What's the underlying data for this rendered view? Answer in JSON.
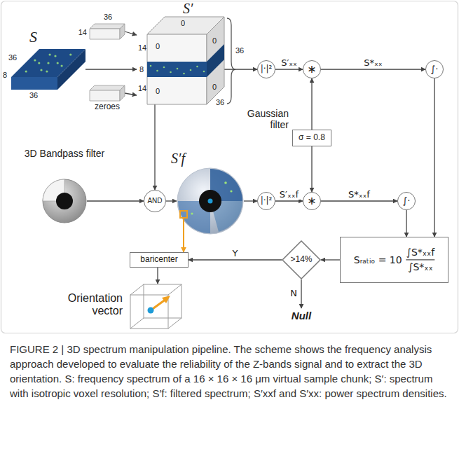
{
  "diagram": {
    "caption": "FIGURE 2 | 3D spectrum manipulation pipeline. The scheme shows the frequency analysis approach developed to evaluate the reliability of the Z-bands signal and to extract the 3D orientation. S: frequency spectrum of a 16 × 16 × 16 μm virtual sample chunk; S′: spectrum with isotropic voxel resolution; S′f: filtered spectrum; S′xxf and S′xx: power spectrum densities.",
    "nodes": [
      {
        "text": [
          "S"
        ]
      },
      {
        "text": [
          "14",
          "36"
        ]
      },
      {
        "text": [
          "zeroes"
        ]
      },
      {
        "text": [
          "S′"
        ]
      },
      {
        "text": [
          "|·|²"
        ]
      },
      {
        "text": [
          "∗"
        ]
      },
      {
        "text": [
          "∫·"
        ]
      },
      {
        "text": [
          "Gaussian filter",
          "σ = 0.8"
        ]
      },
      {
        "text": [
          "3D Bandpass filter"
        ]
      },
      {
        "text": [
          "AND"
        ]
      },
      {
        "text": [
          "S′f"
        ]
      },
      {
        "text": [
          "|·|²"
        ]
      },
      {
        "text": [
          "∗"
        ]
      },
      {
        "text": [
          "∫·"
        ]
      },
      {
        "text": [
          "Sᵣₐₜᵢₒ = 10",
          "∫S*ₓₓf",
          "∫S*ₓₓ"
        ]
      },
      {
        "text": [
          ">14%"
        ]
      },
      {
        "text": [
          "baricenter"
        ]
      },
      {
        "text": [
          "Null"
        ]
      },
      {
        "text": [
          "Orientation vector"
        ]
      }
    ],
    "edges": [
      {
        "from": 0,
        "to": 3,
        "arrow": "to"
      },
      {
        "from": 1,
        "to": 3,
        "arrow": "to"
      },
      {
        "from": 2,
        "to": 3,
        "arrow": "to"
      },
      {
        "from": 3,
        "to": 4,
        "arrow": "to"
      },
      {
        "from": 4,
        "to": 5,
        "label": "S′ₓₓ",
        "arrow": "to"
      },
      {
        "from": 5,
        "to": 6,
        "label": "S*ₓₓ",
        "arrow": "to"
      },
      {
        "from": 3,
        "to": 9,
        "arrow": "to"
      },
      {
        "from": 8,
        "to": 9,
        "arrow": "to"
      },
      {
        "from": 9,
        "to": 10,
        "arrow": "to"
      },
      {
        "from": 10,
        "to": 11,
        "arrow": "to"
      },
      {
        "from": 11,
        "to": 12,
        "label": "S′ₓₓf",
        "arrow": "to"
      },
      {
        "from": 12,
        "to": 13,
        "label": "S*ₓₓf",
        "arrow": "to"
      },
      {
        "from": 7,
        "to": 5,
        "arrow": "to"
      },
      {
        "from": 7,
        "to": 12,
        "arrow": "to"
      },
      {
        "from": 6,
        "to": 14,
        "arrow": "to"
      },
      {
        "from": 13,
        "to": 14,
        "arrow": "to"
      },
      {
        "from": 14,
        "to": 15,
        "arrow": "to"
      },
      {
        "from": 15,
        "to": 16,
        "label": "Y",
        "arrow": "to"
      },
      {
        "from": 15,
        "to": 17,
        "label": "N",
        "arrow": "to"
      },
      {
        "from": 10,
        "to": 16,
        "arrow": "to"
      },
      {
        "from": 16,
        "to": 18,
        "arrow": "to"
      }
    ],
    "labels": [
      "36",
      "36",
      "8",
      "0",
      "0",
      "0",
      "0",
      "0",
      "14",
      "8",
      "14",
      "36",
      "36"
    ]
  }
}
